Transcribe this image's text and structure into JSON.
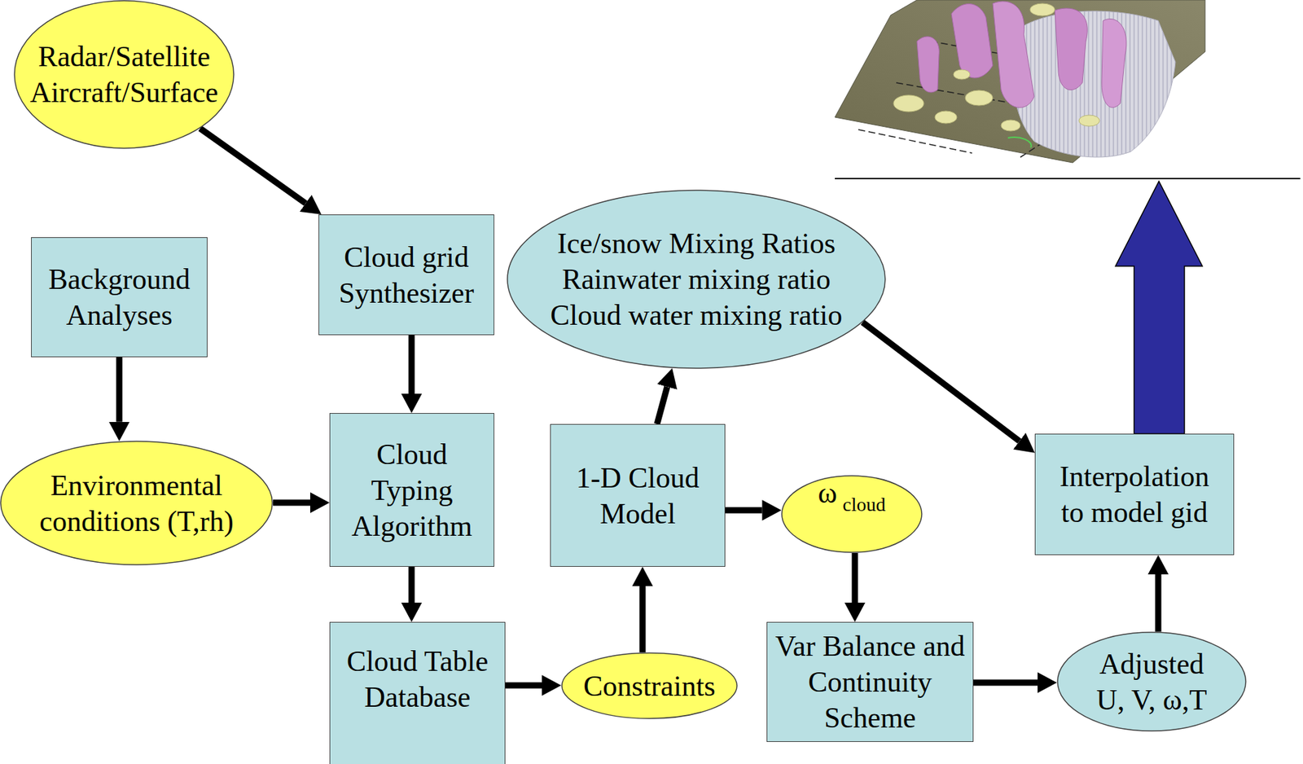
{
  "diagram": {
    "nodes": [
      {
        "text": [
          "Radar/Satellite Aircraft/Surface"
        ]
      },
      {
        "text": [
          "Background Analyses"
        ]
      },
      {
        "text": [
          "Cloud grid Synthesizer"
        ]
      },
      {
        "text": [
          "Ice/snow Mixing Ratios Rainwater mixing ratio Cloud water mixing ratio"
        ]
      },
      {
        "text": [
          "Environmental conditions (T,rh)"
        ]
      },
      {
        "text": [
          "Cloud Typing Algorithm"
        ]
      },
      {
        "text": [
          "1-D Cloud Model"
        ]
      },
      {
        "text": [
          "ω",
          "cloud"
        ]
      },
      {
        "text": [
          "Interpolation to model gid"
        ]
      },
      {
        "text": [
          "Cloud Table Database"
        ]
      },
      {
        "text": [
          "Constraints"
        ]
      },
      {
        "text": [
          "Var Balance and Continuity Scheme"
        ]
      },
      {
        "text": [
          "Adjusted U, V, ω,T"
        ]
      }
    ],
    "edges": [
      {
        "from": 0,
        "to": 2,
        "arrow": "to"
      },
      {
        "from": 1,
        "to": 4,
        "arrow": "to"
      },
      {
        "from": 2,
        "to": 5,
        "arrow": "to"
      },
      {
        "from": 4,
        "to": 5,
        "arrow": "to"
      },
      {
        "from": 5,
        "to": 9,
        "arrow": "to"
      },
      {
        "from": 9,
        "to": 10,
        "arrow": "to"
      },
      {
        "from": 10,
        "to": 6,
        "arrow": "to"
      },
      {
        "from": 6,
        "to": 3,
        "arrow": "to"
      },
      {
        "from": 6,
        "to": 7,
        "arrow": "to"
      },
      {
        "from": 7,
        "to": 11,
        "arrow": "to"
      },
      {
        "from": 11,
        "to": 12,
        "arrow": "to"
      },
      {
        "from": 12,
        "to": 8,
        "arrow": "to"
      },
      {
        "from": 3,
        "to": 8,
        "arrow": "to"
      }
    ]
  }
}
